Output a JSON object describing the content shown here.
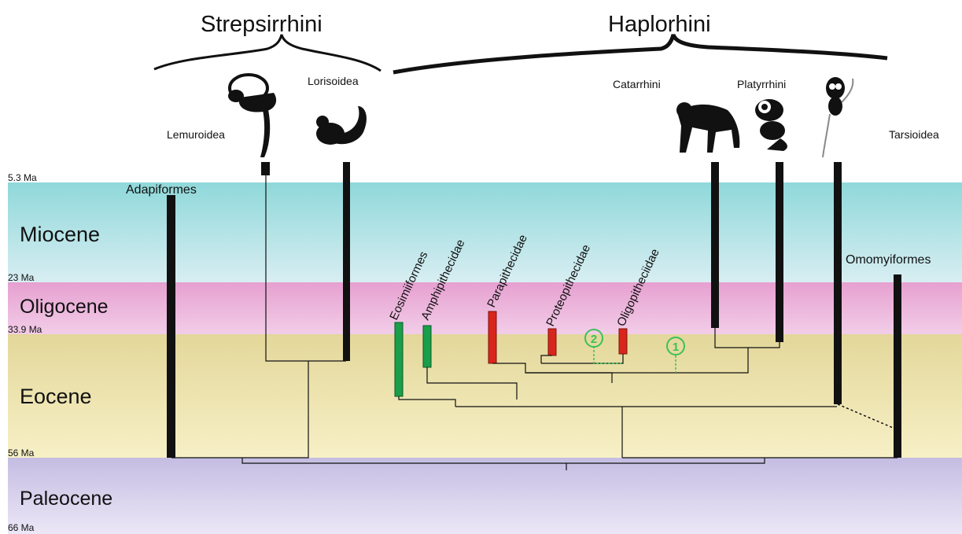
{
  "clades": {
    "strepsirrhini": "Strepsirrhini",
    "haplorhini": "Haplorhini"
  },
  "groups": {
    "lorisoidea": "Lorisoidea",
    "lemuroidea": "Lemuroidea",
    "catarrhini": "Catarrhini",
    "platyrrhini": "Platyrrhini",
    "tarsioidea": "Tarsioidea",
    "adapiformes": "Adapiformes",
    "omomyiformes": "Omomyiformes"
  },
  "epochs": [
    {
      "name": "Miocene",
      "color": "#9fdcdc"
    },
    {
      "name": "Oligocene",
      "color": "#e6a8d4"
    },
    {
      "name": "Eocene",
      "color": "#e8dea2"
    },
    {
      "name": "Paleocene",
      "color": "#cfc8e6"
    }
  ],
  "ages": {
    "miocene_top": "5.3 Ma",
    "oligocene_top": "23 Ma",
    "eocene_top": "33.9 Ma",
    "paleocene_top": "56 Ma",
    "paleocene_bottom": "66 Ma"
  },
  "families": {
    "eosimiiformes": "Eosimiiformes",
    "amphipithecidae": "Amphipithecidae",
    "parapithecidae": "Parapithecidae",
    "proteopithecidae": "Proteopithecidae",
    "oligopitheciidae": "Oligopitheciidae"
  },
  "markers": {
    "one": "1",
    "two": "2"
  },
  "colors": {
    "green": "#1a9e4a",
    "red": "#d9261c",
    "black": "#111111",
    "marker_green": "#3cc05a"
  }
}
